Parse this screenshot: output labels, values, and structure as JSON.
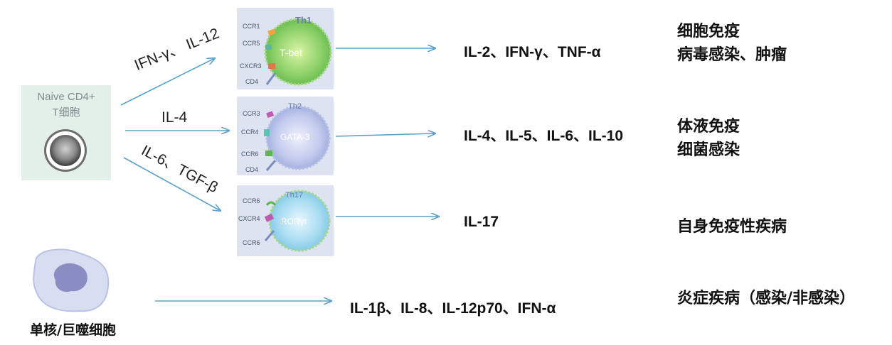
{
  "naive_cell": {
    "line1": "Naive CD4+",
    "line2": "T细胞"
  },
  "monocyte": {
    "label": "单核/巨噬细胞"
  },
  "arrows": {
    "th1": "IFN-γ、 IL-12",
    "th2": "IL-4",
    "th17": "IL-6、TGF-β"
  },
  "cells": {
    "th1": {
      "name": "Th1",
      "tf": "T-bet",
      "receptors": [
        "CCR1",
        "CCR5",
        "CXCR3",
        "CD4"
      ],
      "color": "#8fd16a"
    },
    "th2": {
      "name": "Th2",
      "tf": "GATA-3",
      "receptors": [
        "CCR3",
        "CCR4",
        "CCR6",
        "CD4"
      ],
      "color": "#b9c3ea"
    },
    "th17": {
      "name": "Th17",
      "tf": "RORγt",
      "receptors": [
        "CCR6",
        "CXCR4",
        "CCR6"
      ],
      "color": "#9fd8ee"
    }
  },
  "cytokines": {
    "th1": "IL-2、IFN-γ、TNF-α",
    "th2": "IL-4、IL-5、IL-6、IL-10",
    "th17": "IL-17",
    "monocyte": "IL-1β、IL-8、IL-12p70、IFN-α"
  },
  "functions": {
    "th1": [
      "细胞免疫",
      "病毒感染、肿瘤"
    ],
    "th2": [
      "体液免疫",
      "细菌感染"
    ],
    "th17": [
      "自身免疫性疾病"
    ],
    "monocyte": [
      "炎症疾病（感染/非感染）"
    ]
  },
  "colors": {
    "arrow": "#5aa0c8",
    "naive_bg": "#e3efe9",
    "card_bg": "#dde3f1"
  }
}
